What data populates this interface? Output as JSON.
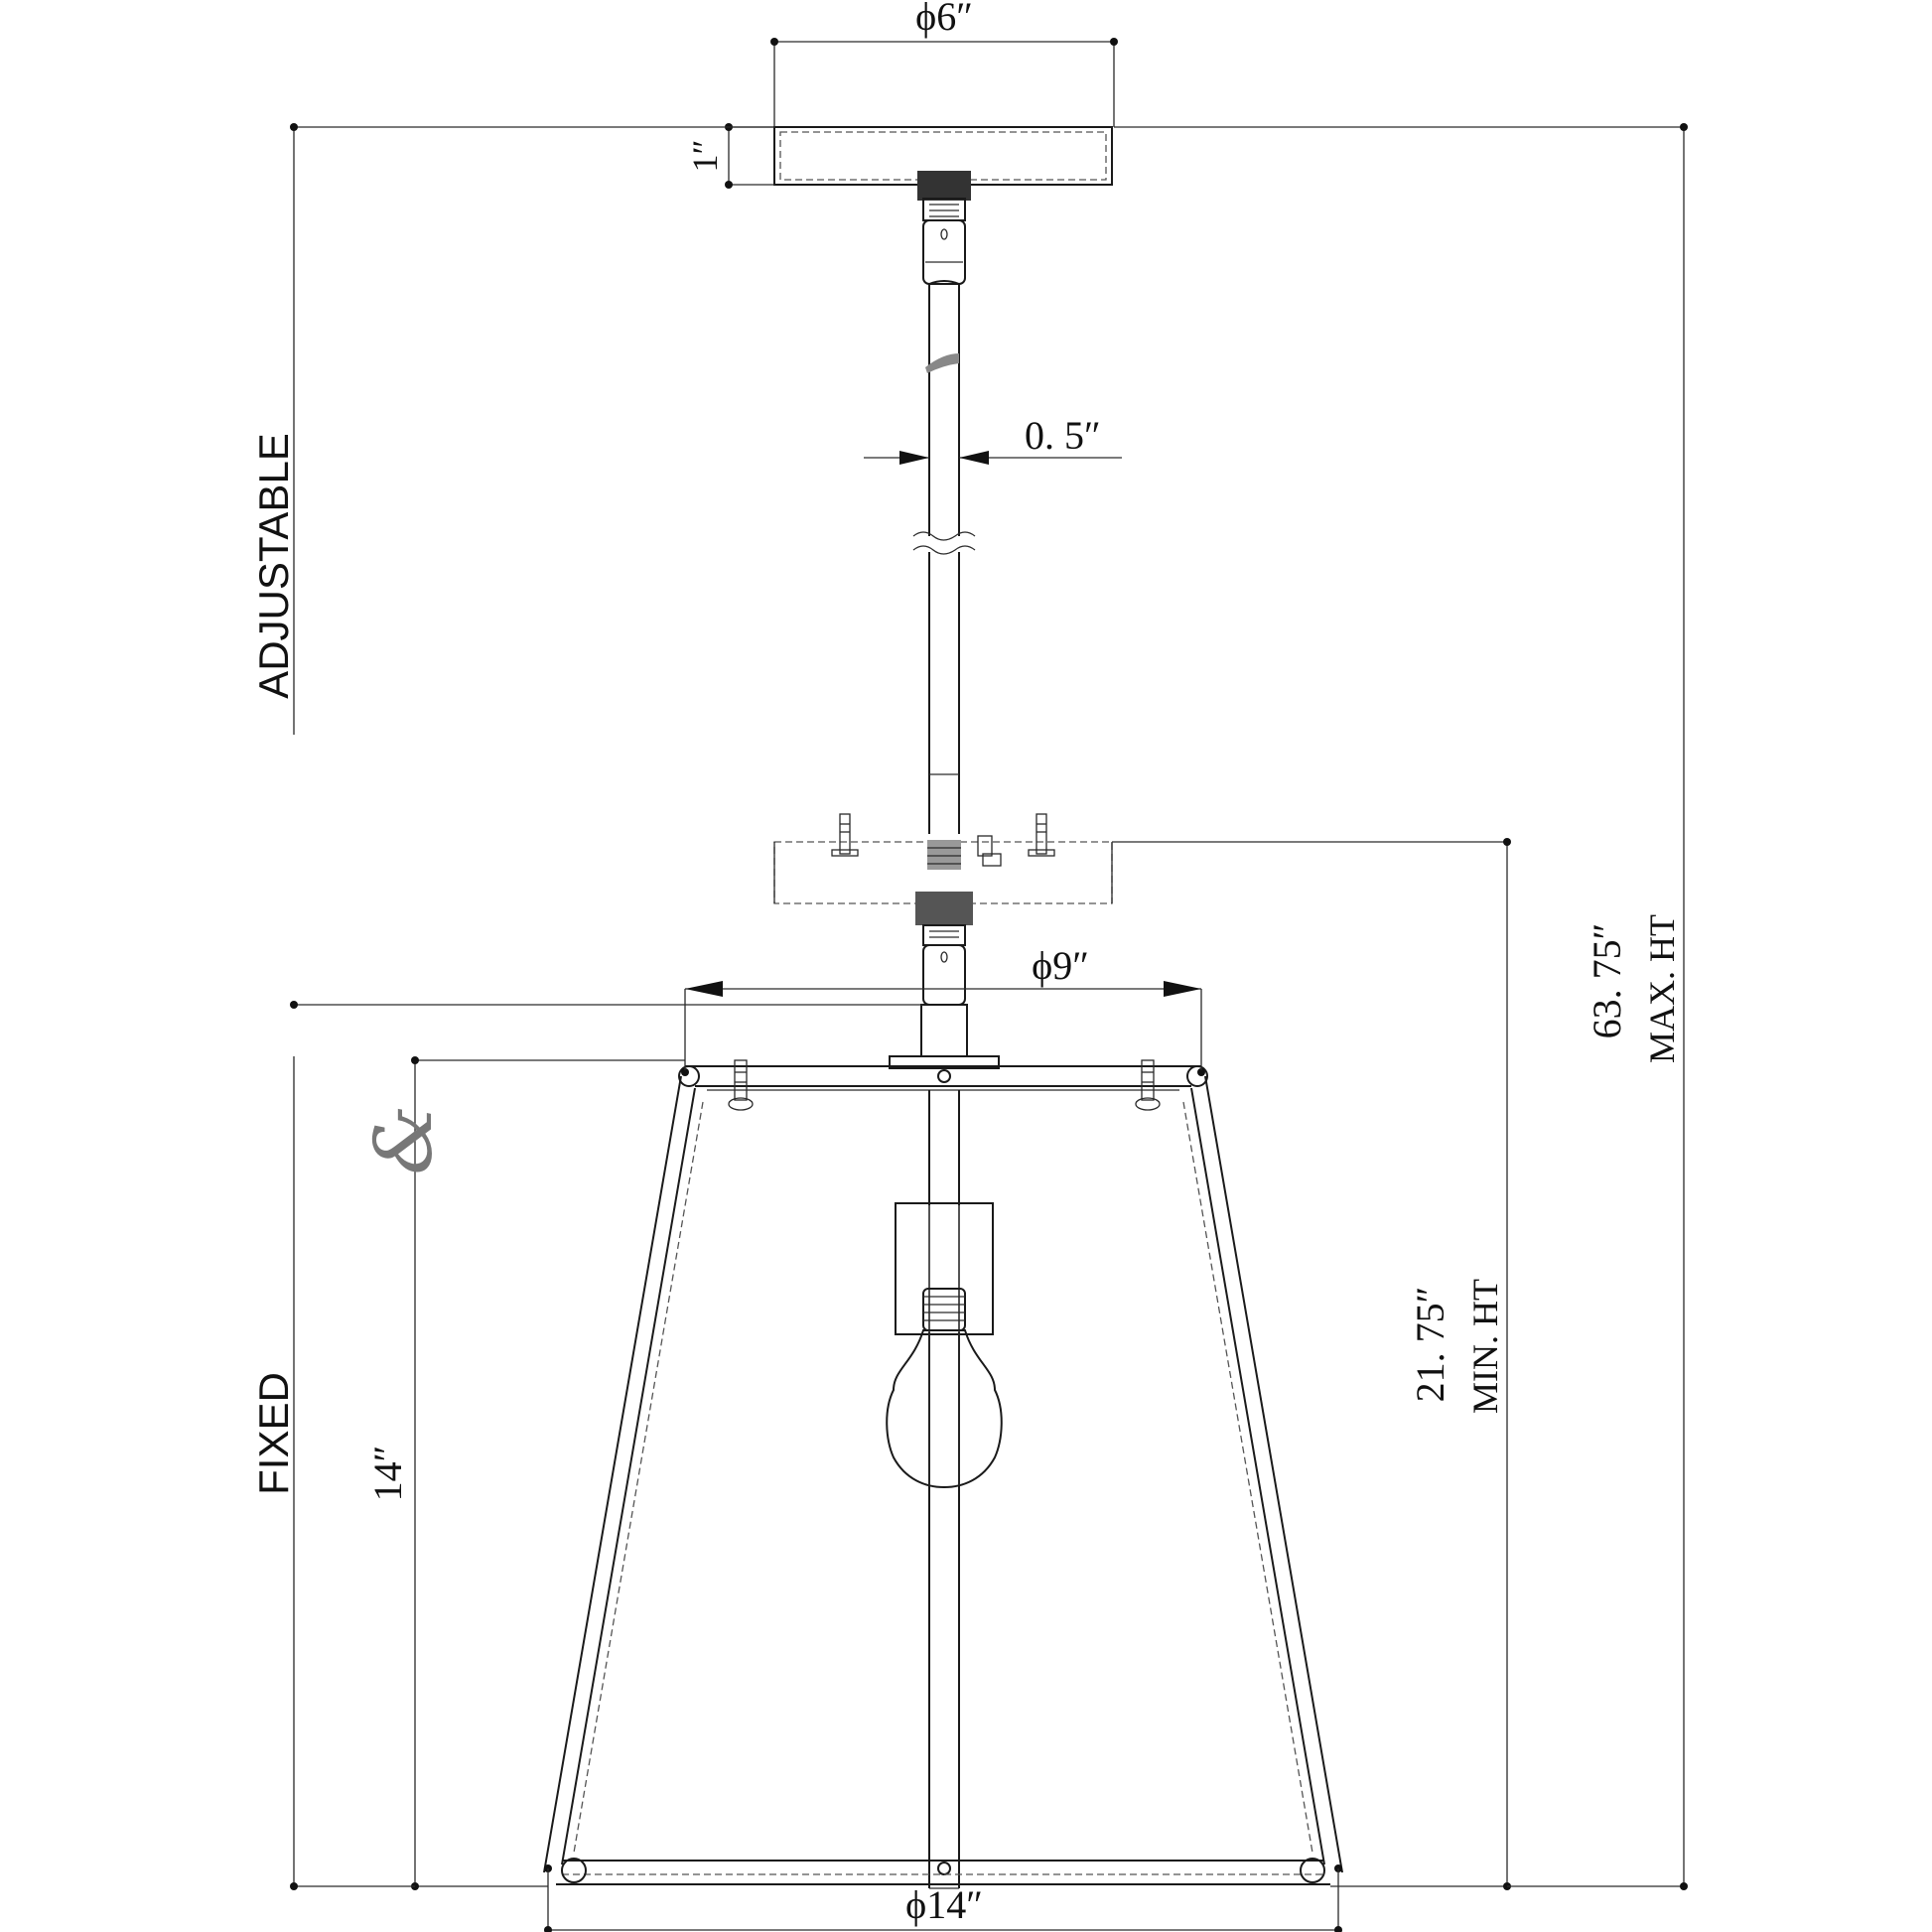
{
  "dimensions": {
    "canopy_diameter": "ϕ6″",
    "canopy_height": "1″",
    "rod_diameter": "0. 5″",
    "top_diameter": "ϕ9″",
    "bottom_diameter": "ϕ14″",
    "shade_height": "14″",
    "min_height_value": "21. 75″",
    "min_height_label": "MIN. HT",
    "max_height_value": "63. 75″",
    "max_height_label": "MAX. HT"
  },
  "sections": {
    "adjustable": "ADJUSTABLE",
    "fixed": "FIXED",
    "ampersand": "&"
  }
}
